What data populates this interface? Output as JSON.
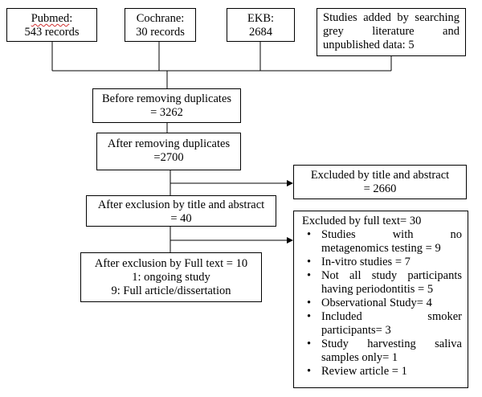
{
  "sources": {
    "pubmed": {
      "name": "Pubmed",
      "records": "543 records"
    },
    "cochrane": {
      "name": "Cochrane:",
      "records": "30 records"
    },
    "ekb": {
      "name": "EKB:",
      "records": "2684"
    },
    "grey": {
      "text": "Studies added by searching grey literature and unpublished data: 5"
    }
  },
  "before_duplicates": {
    "line1": "Before removing duplicates",
    "line2": "= 3262"
  },
  "after_duplicates": {
    "line1": "After removing duplicates",
    "line2": "=2700"
  },
  "excluded_title_abstract": {
    "line1": "Excluded by title and abstract",
    "line2": "= 2660"
  },
  "after_title_abstract": {
    "line1": "After exclusion by title and abstract",
    "line2": "= 40"
  },
  "after_full_text": {
    "line1": "After exclusion by Full text = 10",
    "line2": "1: ongoing study",
    "line3": "9: Full article/dissertation"
  },
  "excluded_full_text": {
    "title": "Excluded by full text= 30",
    "items": [
      "Studies with no metagenomics testing = 9",
      "In-vitro studies = 7",
      "Not all study participants having periodontitis = 5",
      "Observational Study= 4",
      "Included smoker participants= 3",
      "Study harvesting saliva samples only= 1",
      "Review article = 1"
    ]
  }
}
